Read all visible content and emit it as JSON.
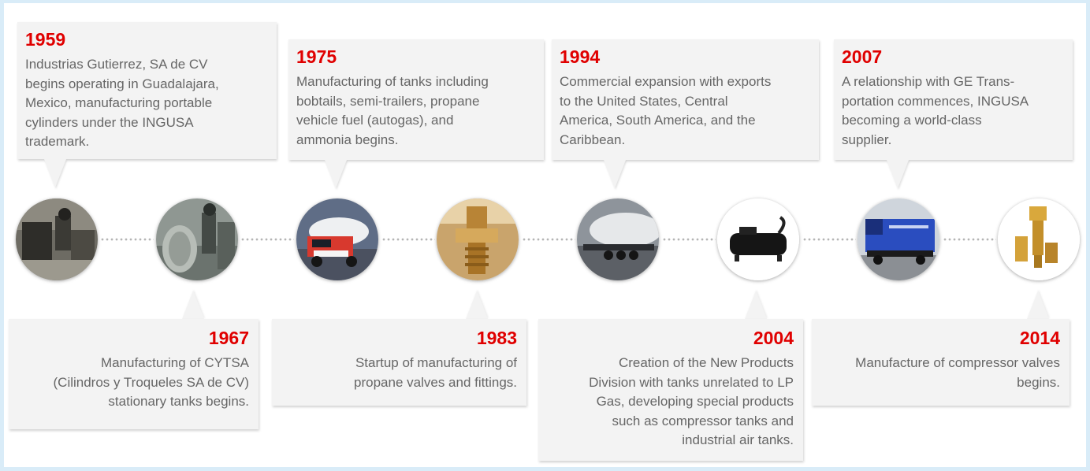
{
  "events": [
    {
      "year": "1959",
      "text": "Industrias Gutierrez, SA de CV\nbegins operating in Guadalajara,\nMexico, manufacturing portable\ncylinders under the INGUSA\ntrademark.",
      "image": "factory-workers-photo"
    },
    {
      "year": "1967",
      "text": "Manufacturing of CYTSA\n(Cilindros y Troqueles SA de CV)\nstationary tanks begins.",
      "image": "worker-tanks-photo"
    },
    {
      "year": "1975",
      "text": "Manufacturing of tanks including\nbobtails, semi-trailers, propane\nvehicle fuel (autogas), and\nammonia begins.",
      "image": "bobtail-truck-photo"
    },
    {
      "year": "1983",
      "text": "Startup of manufacturing of\npropane valves and fittings.",
      "image": "brass-valve-photo"
    },
    {
      "year": "1994",
      "text": "Commercial expansion with exports\nto the United States, Central\nAmerica, South America, and the\nCaribbean.",
      "image": "tank-trailer-photo"
    },
    {
      "year": "2004",
      "text": "Creation of the New Products\nDivision with tanks unrelated to LP\nGas, developing special products\nsuch as compressor tanks and\nindustrial air tanks.",
      "image": "air-tank-photo"
    },
    {
      "year": "2007",
      "text": "A relationship with GE Trans-\nportation commences, INGUSA\nbecoming a world-class\nsupplier.",
      "image": "blue-locomotive-photo"
    },
    {
      "year": "2014",
      "text": "Manufacture of compressor valves\nbegins.",
      "image": "compressor-valves-photo"
    }
  ],
  "colors": {
    "year": "#e00000",
    "text": "#666666",
    "card": "#f3f3f3",
    "border": "#d9ecf8"
  }
}
